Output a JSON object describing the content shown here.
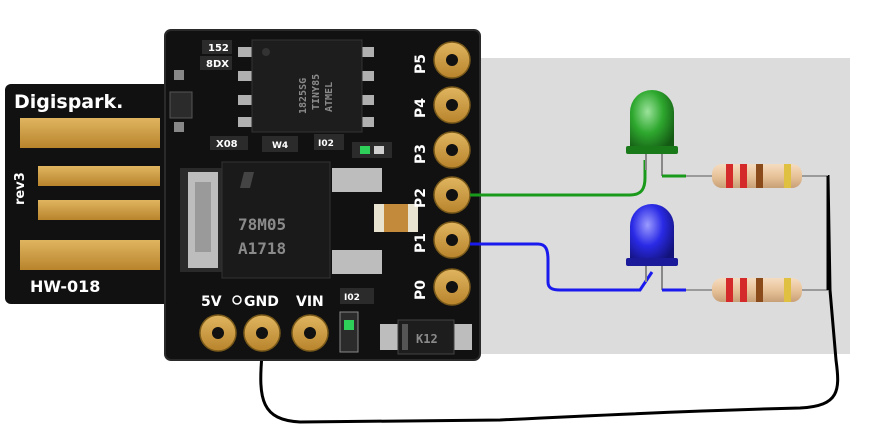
{
  "board": {
    "brand": "Digispark.",
    "revision": "rev3",
    "model": "HW-018",
    "pin_labels": [
      "P5",
      "P4",
      "P3",
      "P2",
      "P1",
      "P0"
    ],
    "power_labels": [
      "5V",
      "GND",
      "VIN"
    ],
    "chip_lines": [
      "ATMEL",
      "TINY85",
      "1825SG"
    ],
    "regulator_lines": [
      "78M05",
      "A1718"
    ],
    "part_codes": {
      "r152": "152",
      "r8dx": "8DX",
      "x08": "X08",
      "w4": "W4",
      "i02a": "I02",
      "i02b": "I02",
      "diode": "K12"
    }
  },
  "colors": {
    "pcb": "#111111",
    "breadboard": "#dcdcdc",
    "green_wire": "#1a9a1a",
    "blue_wire": "#1a1aee",
    "ground_wire": "#000000",
    "pad_gold": "#c8983a",
    "led_green": "#2ea82e",
    "led_blue": "#2a2ae6"
  },
  "connections": [
    {
      "from": "P2",
      "to": "green-led",
      "color": "green"
    },
    {
      "from": "P1",
      "to": "blue-led",
      "color": "blue"
    },
    {
      "from": "resistors",
      "to": "GND",
      "color": "black"
    }
  ]
}
